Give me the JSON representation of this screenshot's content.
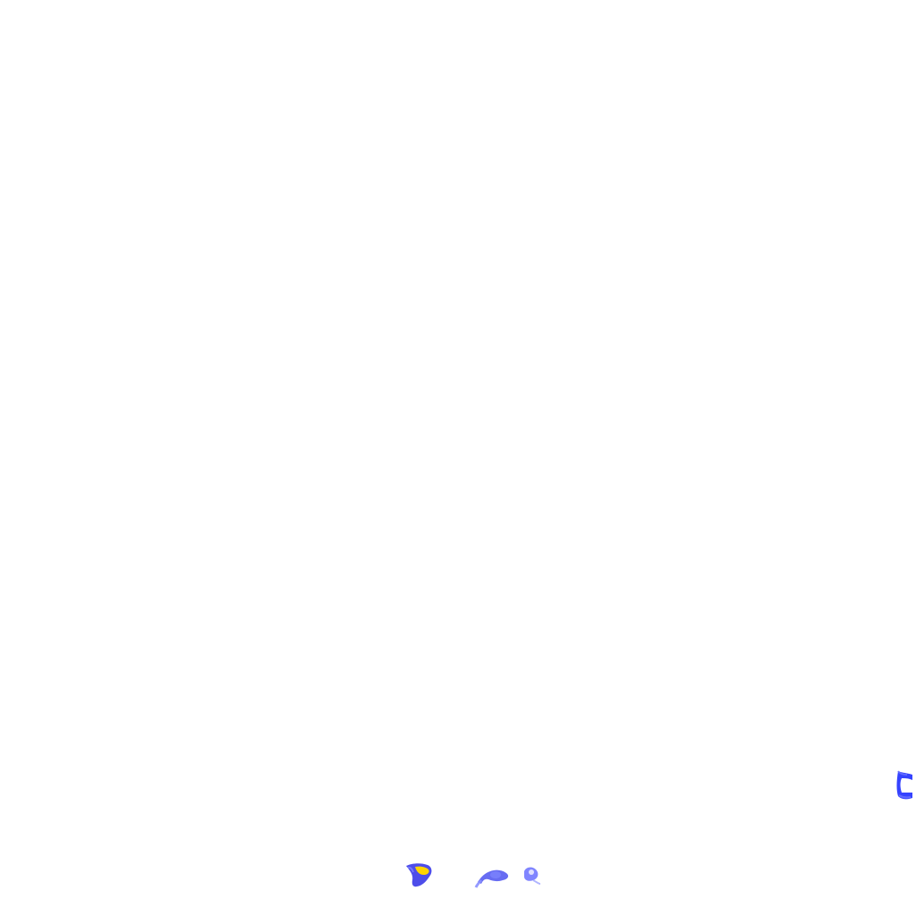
{
  "canvas": {
    "background": "#ffffff"
  },
  "palette": {
    "primary_blue": "#3a3ae8",
    "light_blue": "#7f86ff",
    "yellow": "#ffd400",
    "bright_blue": "#1f2fff"
  },
  "marks": [
    {
      "name": "blue-yellow-blob",
      "colors": [
        "#3a3ae8",
        "#ffd400"
      ]
    },
    {
      "name": "blue-wisp-blob",
      "colors": [
        "#4c52f0",
        "#8a90ff"
      ]
    },
    {
      "name": "blue-spot-blob",
      "colors": [
        "#6a70ff",
        "#9ca2ff"
      ]
    },
    {
      "name": "blue-edge-blob",
      "colors": [
        "#1f2fff",
        "#6b74ff"
      ]
    }
  ]
}
